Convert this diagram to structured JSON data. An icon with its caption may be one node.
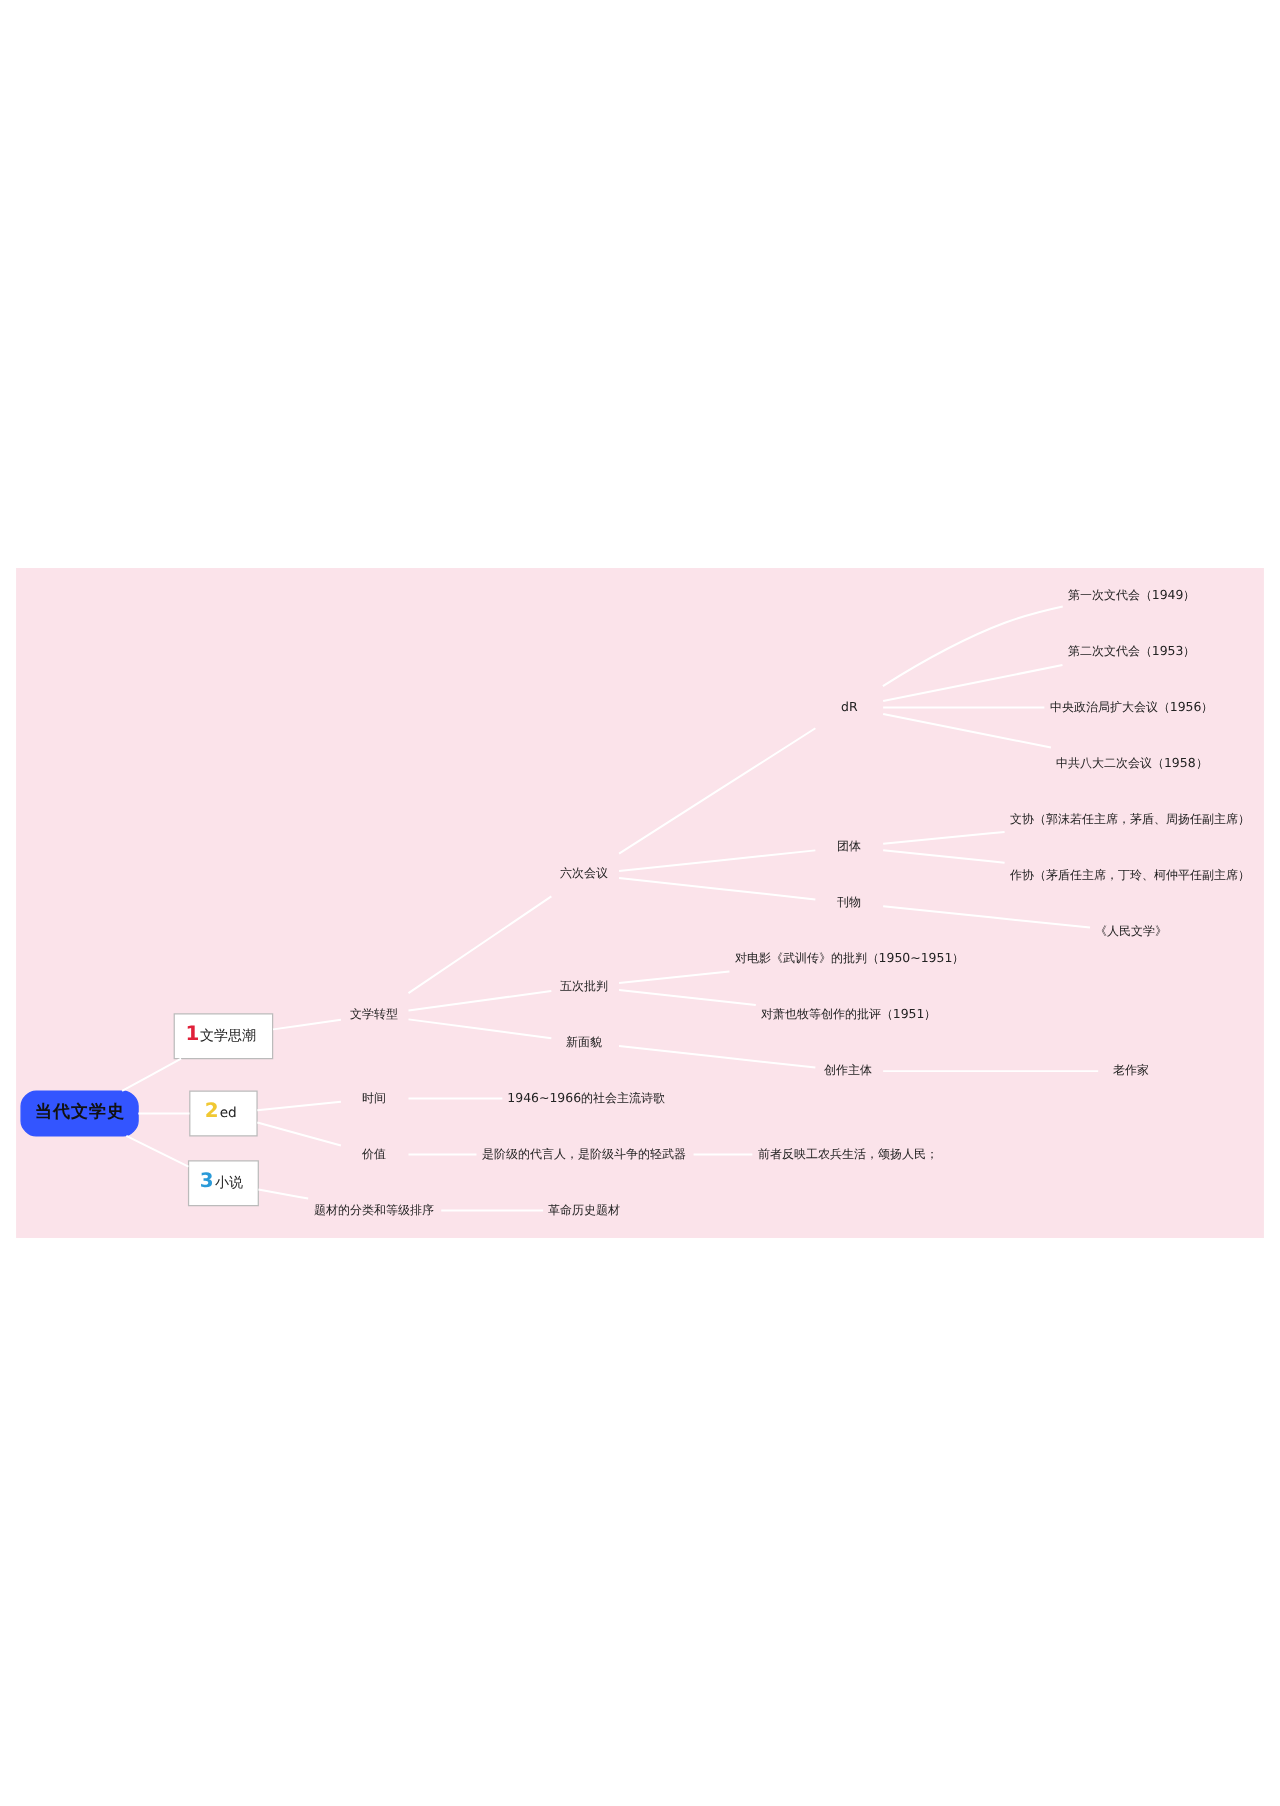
{
  "diagram": {
    "nodes": [
      {
        "text": [
          "当代文学史"
        ]
      },
      {
        "text": [
          "1",
          "文学思潮"
        ]
      },
      {
        "text": [
          "文学转型"
        ]
      },
      {
        "text": [
          "六次会议"
        ]
      },
      {
        "text": [
          "dR"
        ]
      },
      {
        "text": [
          "第一次文代会（1949）"
        ]
      },
      {
        "text": [
          "第二次文代会（1953）"
        ]
      },
      {
        "text": [
          "中央政治局扩大会议（1956）"
        ]
      },
      {
        "text": [
          "中共八大二次会议（1958）"
        ]
      },
      {
        "text": [
          "团体"
        ]
      },
      {
        "text": [
          "文协（郭沫若任主席，茅盾、周扬任副主席）"
        ]
      },
      {
        "text": [
          "作协（茅盾任主席，丁玲、柯仲平任副主席）"
        ]
      },
      {
        "text": [
          "刊物"
        ]
      },
      {
        "text": [
          "《人民文学》"
        ]
      },
      {
        "text": [
          "五次批判"
        ]
      },
      {
        "text": [
          "对电影《武训传》的批判（1950~1951）"
        ]
      },
      {
        "text": [
          "对萧也牧等创作的批评（1951）"
        ]
      },
      {
        "text": [
          "新面貌"
        ]
      },
      {
        "text": [
          "创作主体"
        ]
      },
      {
        "text": [
          "老作家"
        ]
      },
      {
        "text": [
          "2",
          "ed"
        ]
      },
      {
        "text": [
          "时间"
        ]
      },
      {
        "text": [
          "1946~1966的社会主流诗歌"
        ]
      },
      {
        "text": [
          "价值"
        ]
      },
      {
        "text": [
          "是阶级的代言人，是阶级斗争的轻武器"
        ]
      },
      {
        "text": [
          "前者反映工农兵生活，颂扬人民；"
        ]
      },
      {
        "text": [
          "3",
          "小说"
        ]
      },
      {
        "text": [
          "题材的分类和等级排序"
        ]
      },
      {
        "text": [
          "革命历史题材"
        ]
      }
    ],
    "edges": [
      {
        "from": 0,
        "to": 1,
        "arrow": "none"
      },
      {
        "from": 1,
        "to": 2,
        "arrow": "none"
      },
      {
        "from": 2,
        "to": 3,
        "arrow": "none"
      },
      {
        "from": 3,
        "to": 4,
        "arrow": "none"
      },
      {
        "from": 4,
        "to": 5,
        "arrow": "none"
      },
      {
        "from": 4,
        "to": 6,
        "arrow": "none"
      },
      {
        "from": 4,
        "to": 7,
        "arrow": "none"
      },
      {
        "from": 4,
        "to": 8,
        "arrow": "none"
      },
      {
        "from": 3,
        "to": 9,
        "arrow": "none"
      },
      {
        "from": 9,
        "to": 10,
        "arrow": "none"
      },
      {
        "from": 9,
        "to": 11,
        "arrow": "none"
      },
      {
        "from": 3,
        "to": 12,
        "arrow": "none"
      },
      {
        "from": 12,
        "to": 13,
        "arrow": "none"
      },
      {
        "from": 2,
        "to": 14,
        "arrow": "none"
      },
      {
        "from": 14,
        "to": 15,
        "arrow": "none"
      },
      {
        "from": 14,
        "to": 16,
        "arrow": "none"
      },
      {
        "from": 2,
        "to": 17,
        "arrow": "none"
      },
      {
        "from": 17,
        "to": 18,
        "arrow": "none"
      },
      {
        "from": 18,
        "to": 19,
        "arrow": "none"
      },
      {
        "from": 0,
        "to": 20,
        "arrow": "none"
      },
      {
        "from": 20,
        "to": 21,
        "arrow": "none"
      },
      {
        "from": 21,
        "to": 22,
        "arrow": "none"
      },
      {
        "from": 20,
        "to": 23,
        "arrow": "none"
      },
      {
        "from": 23,
        "to": 24,
        "arrow": "none"
      },
      {
        "from": 24,
        "to": 25,
        "arrow": "none"
      },
      {
        "from": 0,
        "to": 26,
        "arrow": "none"
      },
      {
        "from": 26,
        "to": 27,
        "arrow": "none"
      },
      {
        "from": 27,
        "to": 28,
        "arrow": "none"
      }
    ]
  }
}
